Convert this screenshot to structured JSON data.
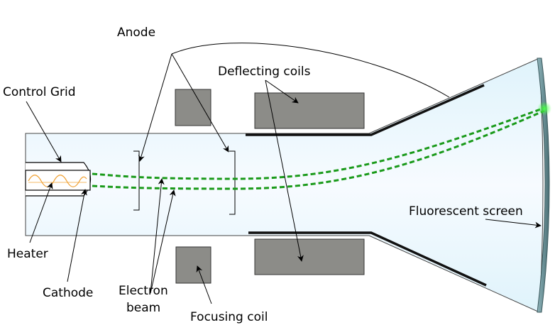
{
  "labels": {
    "anode": "Anode",
    "deflecting_coils": "Deflecting coils",
    "control_grid": "Control Grid",
    "heater": "Heater",
    "cathode": "Cathode",
    "electron_beam_line1": "Electron",
    "electron_beam_line2": "beam",
    "focusing_coil": "Focusing coil",
    "fluorescent_screen": "Fluorescent screen"
  },
  "colors": {
    "coil": "#8c8c88",
    "beam": "#1a9a1a",
    "tube_fill": "#e6f6fc",
    "heater": "#f0a030",
    "screen": "#6a8e94",
    "spot": "#4dff4d"
  }
}
